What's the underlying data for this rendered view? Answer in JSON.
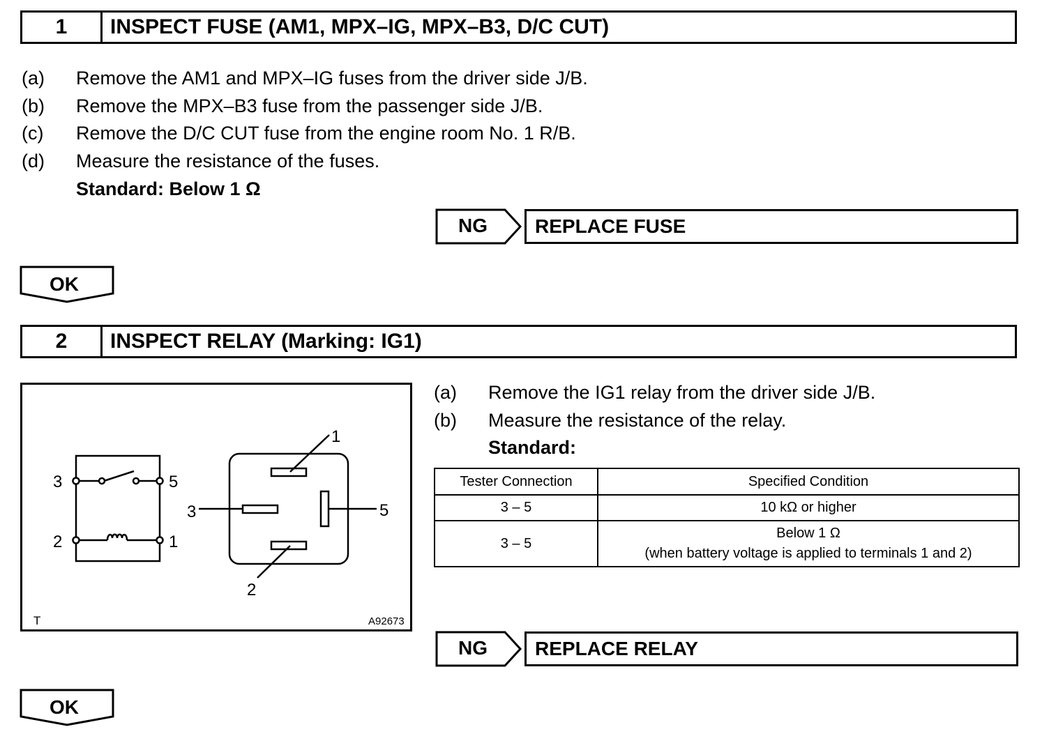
{
  "step1": {
    "number": "1",
    "title": "INSPECT FUSE (AM1, MPX–IG, MPX–B3, D/C CUT)",
    "items": [
      {
        "label": "(a)",
        "text": "Remove the AM1 and MPX–IG fuses from the driver side J/B."
      },
      {
        "label": "(b)",
        "text": "Remove the MPX–B3 fuse from the passenger side J/B."
      },
      {
        "label": "(c)",
        "text": "Remove the D/C CUT fuse from the engine room No. 1 R/B."
      },
      {
        "label": "(d)",
        "text": "Measure the resistance of the fuses."
      }
    ],
    "standard": "Standard: Below 1 Ω",
    "ng_label": "NG",
    "ng_action": "REPLACE FUSE",
    "ok_label": "OK"
  },
  "step2": {
    "number": "2",
    "title": "INSPECT RELAY (Marking: IG1)",
    "items": [
      {
        "label": "(a)",
        "text": "Remove the IG1 relay from the driver side J/B."
      },
      {
        "label": "(b)",
        "text": "Measure the resistance of the relay."
      }
    ],
    "standard": "Standard:",
    "table": {
      "headers": [
        "Tester Connection",
        "Specified Condition"
      ],
      "rows": [
        {
          "connection": "3 – 5",
          "condition": "10 kΩ or higher",
          "condition_note": ""
        },
        {
          "connection": "3 – 5",
          "condition": "Below 1 Ω",
          "condition_note": "(when battery voltage is applied to terminals 1 and 2)"
        }
      ]
    },
    "ng_label": "NG",
    "ng_action": "REPLACE RELAY",
    "ok_label": "OK"
  },
  "figure": {
    "corner_letter": "T",
    "figure_id": "A92673",
    "schematic_terminals": {
      "t3": "3",
      "t5": "5",
      "t2": "2",
      "t1": "1"
    },
    "relay_terminals": {
      "t1": "1",
      "t3": "3",
      "t5": "5",
      "t2": "2"
    }
  }
}
